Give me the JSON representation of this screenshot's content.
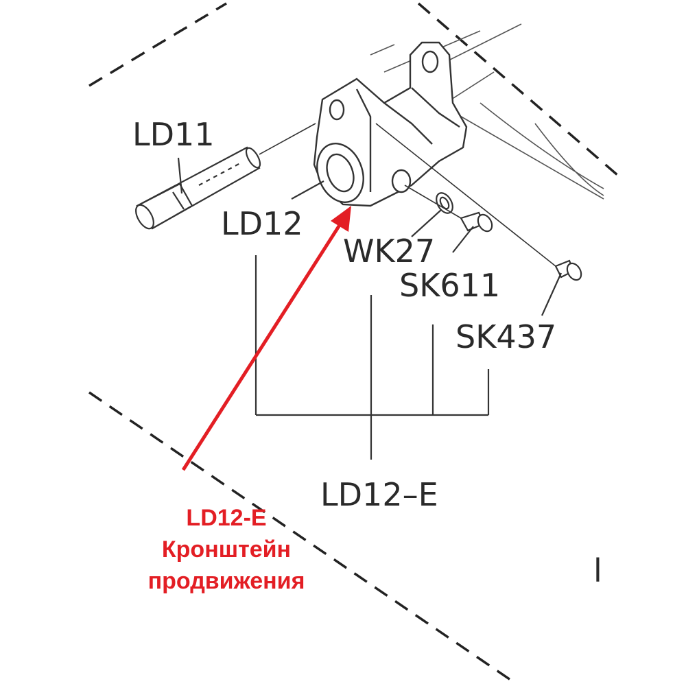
{
  "parts": {
    "ld11": "LD11",
    "ld12": "LD12",
    "wk27": "WK27",
    "sk611": "SK611",
    "sk437": "SK437",
    "assembly": "LD12–E",
    "edge_fragment": "l"
  },
  "annotation": {
    "code": "LD12-E",
    "line1": "Кронштейн",
    "line2": "продвижения",
    "color": "#e31e24"
  }
}
